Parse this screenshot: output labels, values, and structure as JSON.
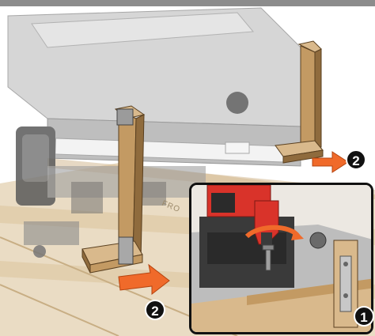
{
  "labels": {
    "callout_remove_left": "2",
    "callout_remove_right": "2",
    "callout_drill": "1",
    "pallet_marking": "FRO"
  },
  "colors": {
    "wood_light": "#d9b98c",
    "wood_mid": "#c39a63",
    "wood_dark": "#8f6b3d",
    "printer_gray": "#b9b9b9",
    "printer_dark": "#3a3a3a",
    "arrow_orange": "#f06a2a",
    "drill_red": "#d9332a",
    "callout_black": "#111111"
  },
  "icons": {
    "direction_arrow": "orange-arrow-icon",
    "screw": "screw-icon",
    "drill": "power-drill-icon"
  }
}
